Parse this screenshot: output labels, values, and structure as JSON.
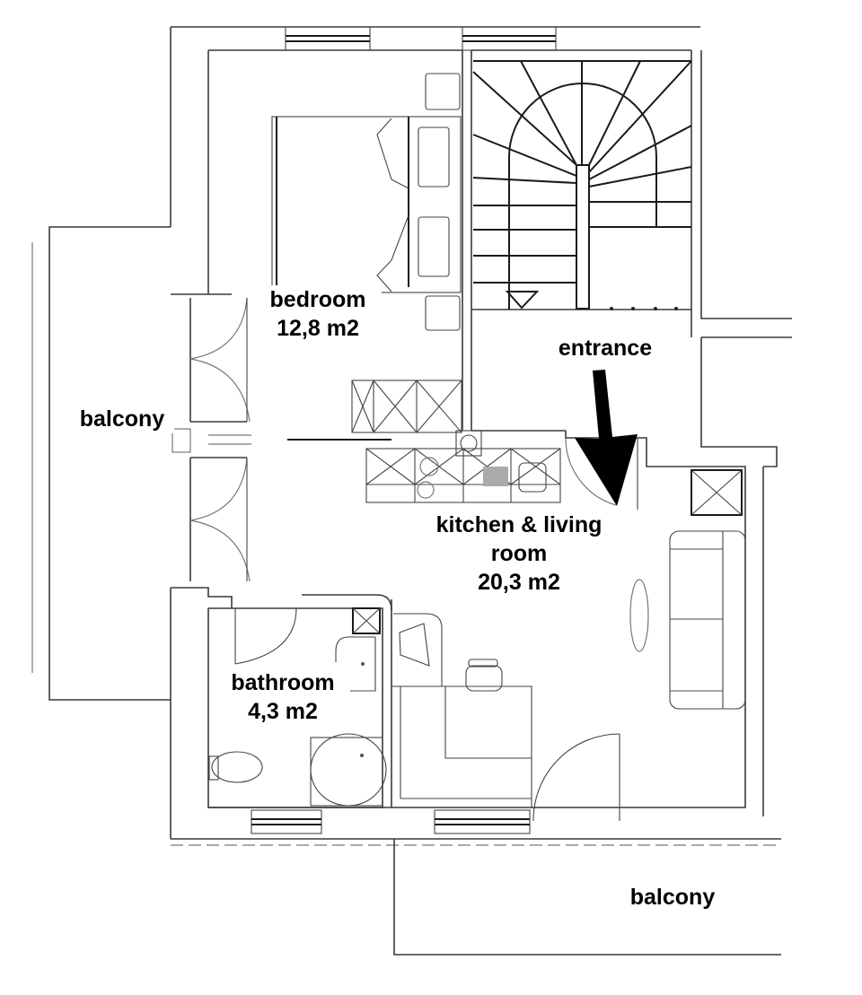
{
  "floorplan": {
    "rooms": [
      {
        "id": "bedroom",
        "name": "bedroom",
        "area": "12,8 m2"
      },
      {
        "id": "entrance",
        "name": "entrance"
      },
      {
        "id": "kitchen",
        "name_line1": "kitchen & living",
        "name_line2": "room",
        "area": "20,3 m2"
      },
      {
        "id": "bathroom",
        "name": "bathroom",
        "area": "4,3 m2"
      },
      {
        "id": "balcony-west",
        "name": "balcony"
      },
      {
        "id": "balcony-south",
        "name": "balcony"
      }
    ],
    "annotations": {
      "entry_arrow": "arrow-down-icon",
      "stair": "spiral-stair",
      "colors": {
        "wall": "#3a3a3a",
        "label": "#000000",
        "background": "#ffffff"
      }
    }
  }
}
